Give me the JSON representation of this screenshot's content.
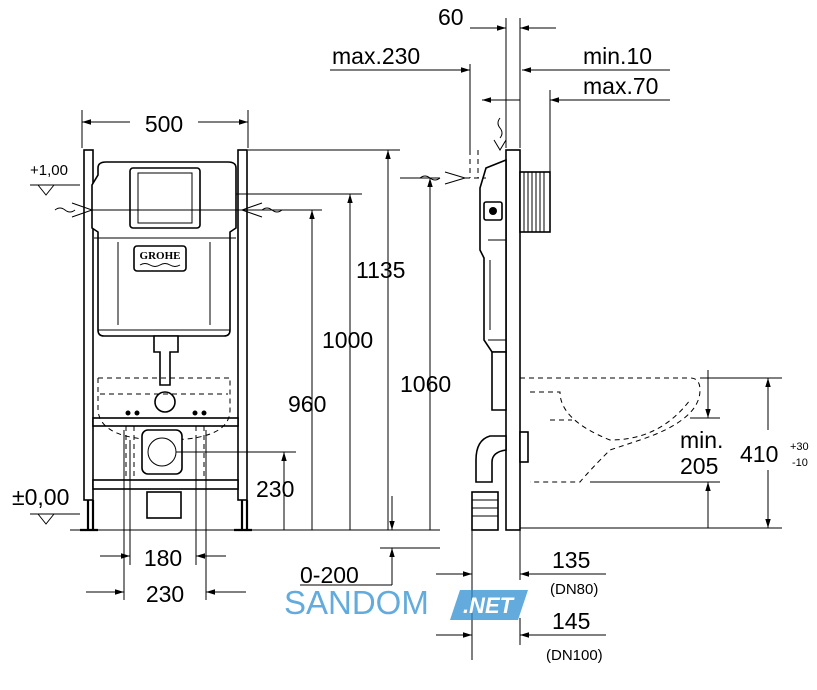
{
  "dimensions": {
    "width_top": "500",
    "height_1135": "1135",
    "height_1000": "1000",
    "height_960": "960",
    "height_1060": "1060",
    "height_230": "230",
    "spacing_180": "180",
    "spacing_230": "230",
    "range_0_200": "0-200",
    "frame_60": "60",
    "max_230": "max.230",
    "min_10": "min.10",
    "max_70": "max.70",
    "min_label": "min.",
    "min_205": "205",
    "height_410": "410",
    "tol_plus": "+30",
    "tol_minus": "-10",
    "depth_135": "135",
    "dn80": "(DN80)",
    "depth_145": "145",
    "dn100": "(DN100)"
  },
  "levels": {
    "top": "+1,00",
    "floor": "±0,00"
  },
  "branding": {
    "product_logo": "GROHE",
    "watermark_left": "SANDOM",
    "watermark_right": ".NET"
  },
  "colors": {
    "line": "#000000",
    "watermark_text": "#2e8fd0",
    "watermark_badge": "#2e8fd0"
  }
}
